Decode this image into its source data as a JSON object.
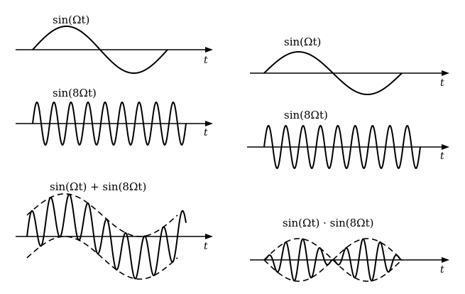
{
  "axis_symbol": "t",
  "panels": [
    {
      "id": "left-1",
      "label": "sin(Ωt)"
    },
    {
      "id": "left-2",
      "label": "sin(8Ωt)"
    },
    {
      "id": "left-3",
      "label": "sin(Ωt) + sin(8Ωt)"
    },
    {
      "id": "right-1",
      "label": "sin(Ωt)"
    },
    {
      "id": "right-2",
      "label": "sin(8Ωt)"
    },
    {
      "id": "right-3",
      "label": "sin(Ωt) · sin(8Ωt)"
    }
  ]
}
